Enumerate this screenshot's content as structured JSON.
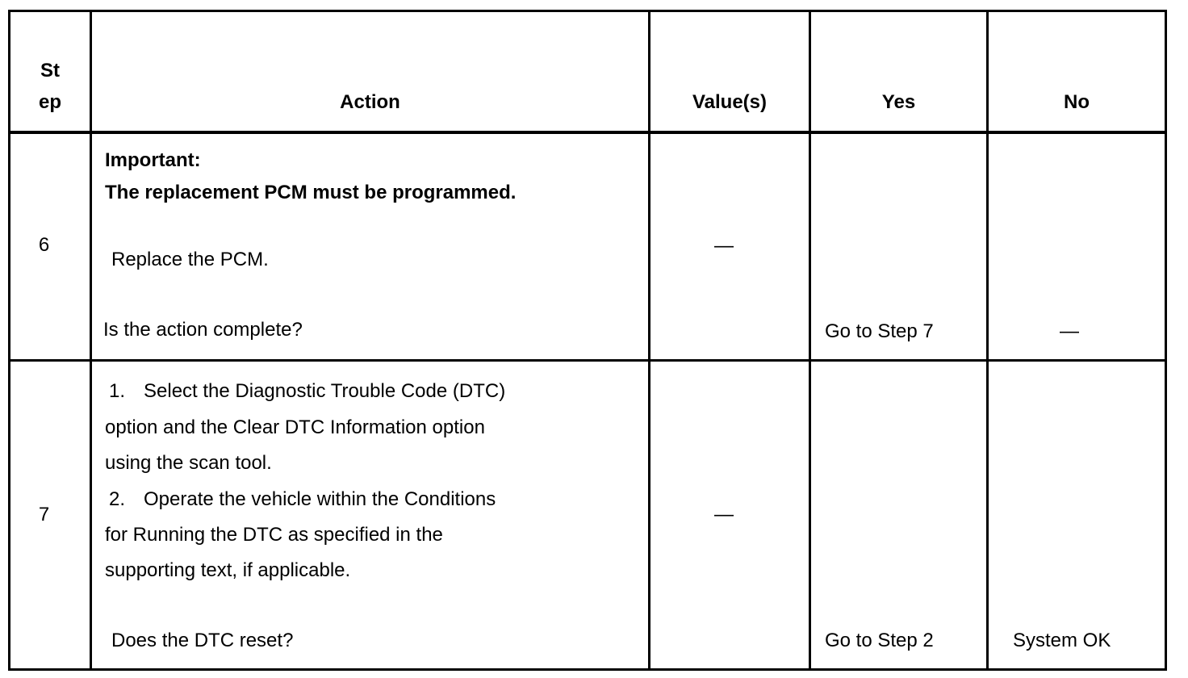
{
  "table": {
    "headers": {
      "step_line1": "St",
      "step_line2": "ep",
      "action": "Action",
      "values": "Value(s)",
      "yes": "Yes",
      "no": "No"
    },
    "rows": [
      {
        "step": "6",
        "important_label": "Important:",
        "important_text": "The replacement PCM must be programmed.",
        "instruction": "Replace the PCM.",
        "question": "Is the action complete?",
        "value": "—",
        "yes": "Go to Step 7",
        "no": "—"
      },
      {
        "step": "7",
        "item1_num": "1.",
        "item1_line1": "Select the Diagnostic Trouble Code (DTC)",
        "item1_line2": "option and the Clear DTC Information option",
        "item1_line3": "using the scan tool.",
        "item2_num": "2.",
        "item2_line1": "Operate the vehicle within the Conditions",
        "item2_line2": "for Running the DTC as specified in the",
        "item2_line3": "supporting text, if applicable.",
        "question": "Does the DTC reset?",
        "value": "—",
        "yes": "Go to Step 2",
        "no": "System OK"
      }
    ]
  }
}
